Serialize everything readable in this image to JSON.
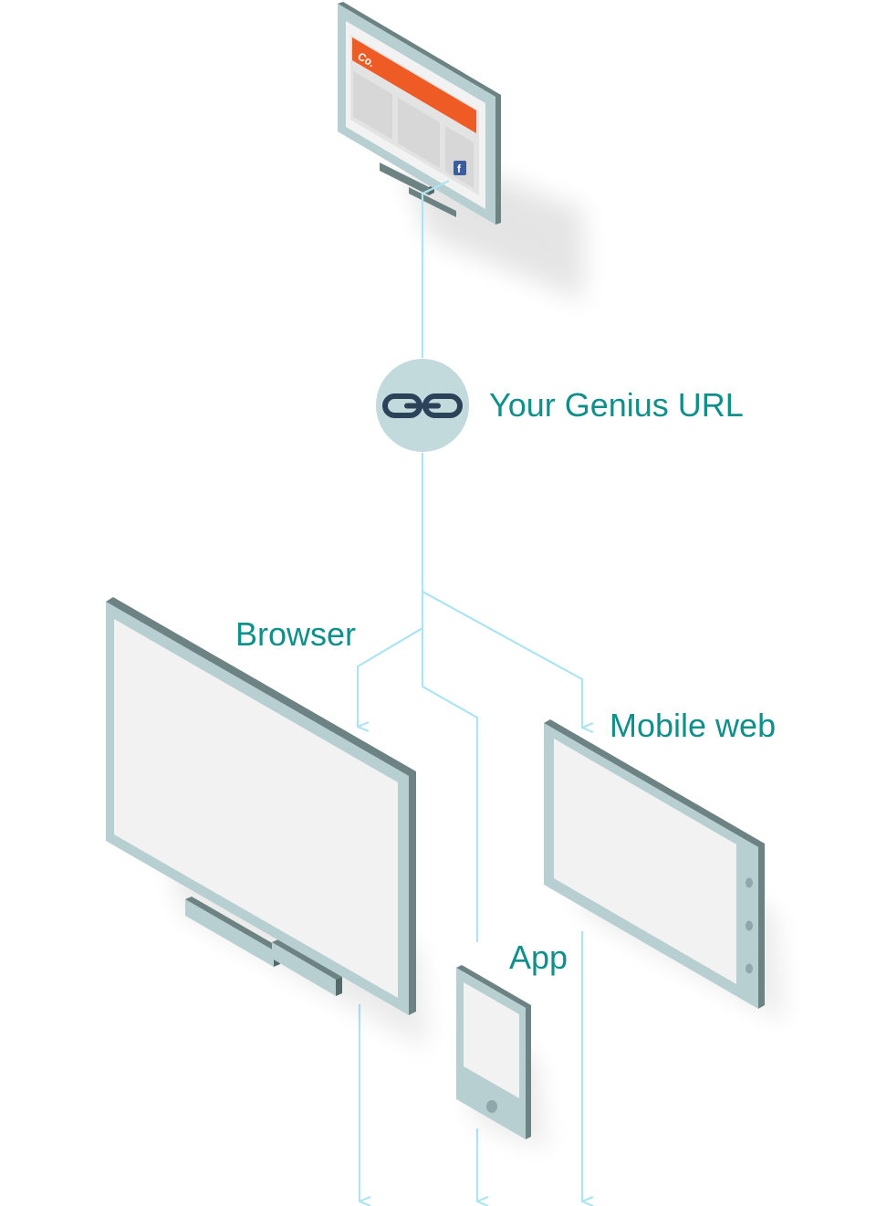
{
  "source_monitor": {
    "logo_text": "Co.",
    "share_icon": "facebook-icon"
  },
  "hub": {
    "label": "Your Genius URL",
    "icon": "link-icon"
  },
  "branches": {
    "browser": "Browser",
    "app": "App",
    "mobile_web": "Mobile web"
  },
  "colors": {
    "label": "#0f8f8a",
    "connector": "#aee4f2",
    "hub_circle": "#c3dadc",
    "link_icon": "#2c4259",
    "device_frame": "#b8cfd2",
    "device_edge": "#6d8283",
    "screen": "#f2f2f2",
    "ad_banner": "#ef5b25"
  }
}
